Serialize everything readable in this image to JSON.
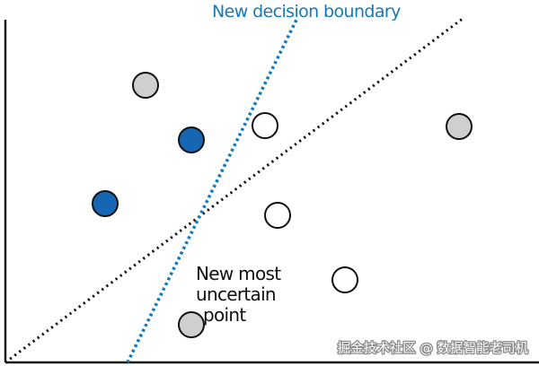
{
  "labels": {
    "new_boundary": "New decision boundary",
    "uncertain_line1": "New most",
    "uncertain_line2": "uncertain",
    "uncertain_line3": "point",
    "watermark": "掘金技术社区 @ 数据智能老司机"
  },
  "colors": {
    "axis": "#111111",
    "old_boundary": "#111111",
    "new_boundary": "#1479b8",
    "class_blue_fill": "#1666b3",
    "class_gray_fill": "#cfcfcf",
    "unlabeled_fill": "#ffffff",
    "point_stroke": "#111111"
  },
  "points": [
    {
      "kind": "gray",
      "label": "labeled-gray"
    },
    {
      "kind": "blue",
      "label": "labeled-blue"
    },
    {
      "kind": "white",
      "label": "unlabeled"
    },
    {
      "kind": "gray",
      "label": "labeled-gray"
    },
    {
      "kind": "blue",
      "label": "labeled-blue"
    },
    {
      "kind": "white",
      "label": "unlabeled"
    },
    {
      "kind": "white",
      "label": "unlabeled"
    },
    {
      "kind": "gray",
      "label": "labeled-gray"
    }
  ]
}
